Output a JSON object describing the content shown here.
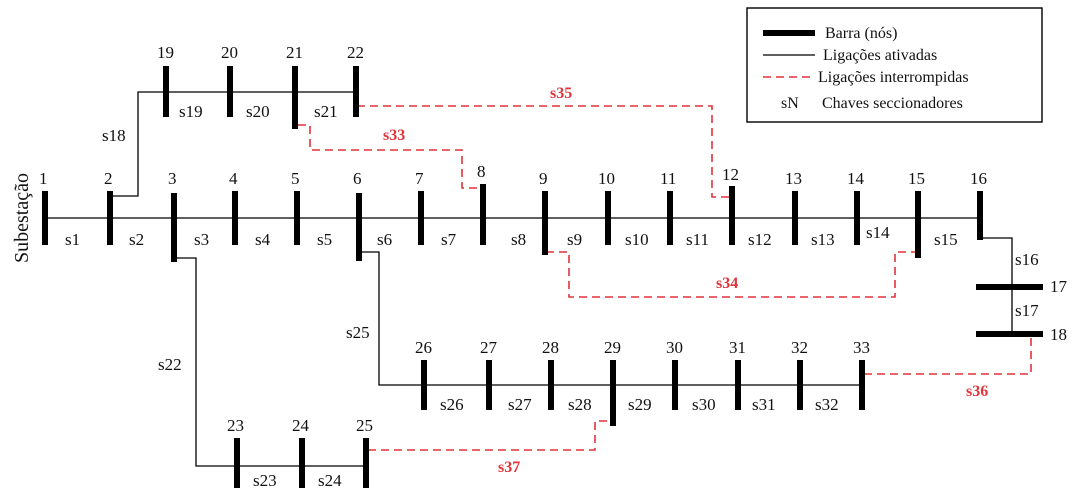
{
  "side_label": "Subestação",
  "legend": {
    "bus": "Barra (nós)",
    "active": "Ligações ativadas",
    "interrupted": "Ligações interrompidas",
    "switch_symbol": "sN",
    "switch_text": "Chaves seccionadores"
  },
  "colors": {
    "line": "#000000",
    "tie": "#e0333a"
  },
  "nodes": [
    "1",
    "2",
    "3",
    "4",
    "5",
    "6",
    "7",
    "8",
    "9",
    "10",
    "11",
    "12",
    "13",
    "14",
    "15",
    "16",
    "17",
    "18",
    "19",
    "20",
    "21",
    "22",
    "23",
    "24",
    "25",
    "26",
    "27",
    "28",
    "29",
    "30",
    "31",
    "32",
    "33"
  ],
  "active_switches": [
    "s1",
    "s2",
    "s3",
    "s4",
    "s5",
    "s6",
    "s7",
    "s8",
    "s9",
    "s10",
    "s11",
    "s12",
    "s13",
    "s14",
    "s15",
    "s16",
    "s17",
    "s18",
    "s19",
    "s20",
    "s21",
    "s22",
    "s23",
    "s24",
    "s25",
    "s26",
    "s27",
    "s28",
    "s29",
    "s30",
    "s31",
    "s32"
  ],
  "tie_switches": [
    "s33",
    "s34",
    "s35",
    "s36",
    "s37"
  ]
}
